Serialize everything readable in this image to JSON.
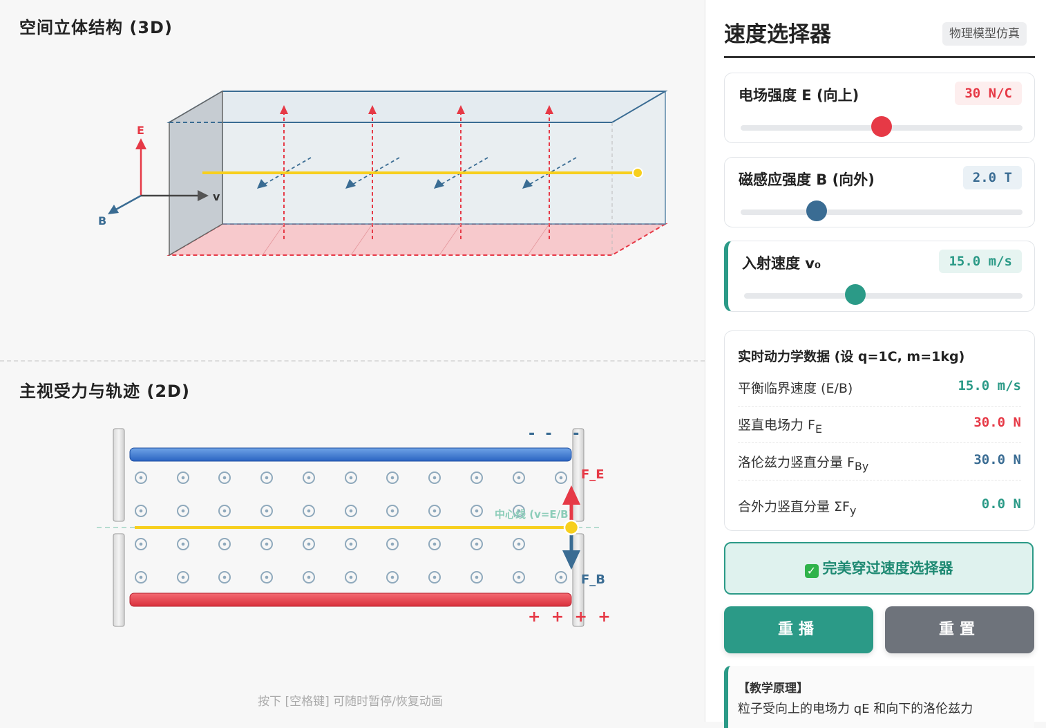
{
  "left": {
    "title_3d": "空间立体结构 (3D)",
    "title_2d": "主视受力与轨迹 (2D)",
    "hint": "按下 [空格键] 可随时暂停/恢复动画",
    "axis_e": "E",
    "axis_v": "v",
    "axis_b": "B",
    "plate_top_charge": "-  -    -",
    "plate_bottom_charge": "+  +  +  +",
    "label_fe": "F_E",
    "label_fb": "F_B",
    "centerline_label": "中心线 (v=E/B)"
  },
  "panel": {
    "title": "速度选择器",
    "tag": "物理模型仿真",
    "sliders": [
      {
        "label": "电场强度 E (向上)",
        "value": "30 N/C",
        "fraction": 0.5,
        "color": "#e63946",
        "badge_bg": "#fdeeee"
      },
      {
        "label": "磁感应强度 B (向外)",
        "value": "2.0 T",
        "fraction": 0.27,
        "color": "#3a6c93",
        "badge_bg": "#eaf1f6"
      },
      {
        "label": "入射速度 v₀",
        "value": "15.0 m/s",
        "fraction": 0.4,
        "color": "#2b9a87",
        "badge_bg": "#e6f4f1"
      }
    ],
    "data": {
      "title": "实时动力学数据 (设 q=1C, m=1kg)",
      "rows": [
        {
          "label": "平衡临界速度 (E/B)",
          "value": "15.0 m/s",
          "color": "#2b9a87"
        },
        {
          "label": "竖直电场力 F",
          "sub": "E",
          "value": "30.0 N",
          "color": "#e63946"
        },
        {
          "label": "洛伦兹力竖直分量 F",
          "sub": "By",
          "value": "30.0 N",
          "color": "#3a6c93"
        },
        {
          "label": "合外力竖直分量 ΣF",
          "sub": "y",
          "value": "0.0 N",
          "color": "#2b9a87"
        }
      ]
    },
    "status": "完美穿过速度选择器",
    "status_icon": "✓",
    "buttons": {
      "replay": "重播",
      "reset": "重置"
    },
    "principle": {
      "title": "【教学原理】",
      "text": "粒子受向上的电场力 qE 和向下的洛伦兹力"
    }
  }
}
